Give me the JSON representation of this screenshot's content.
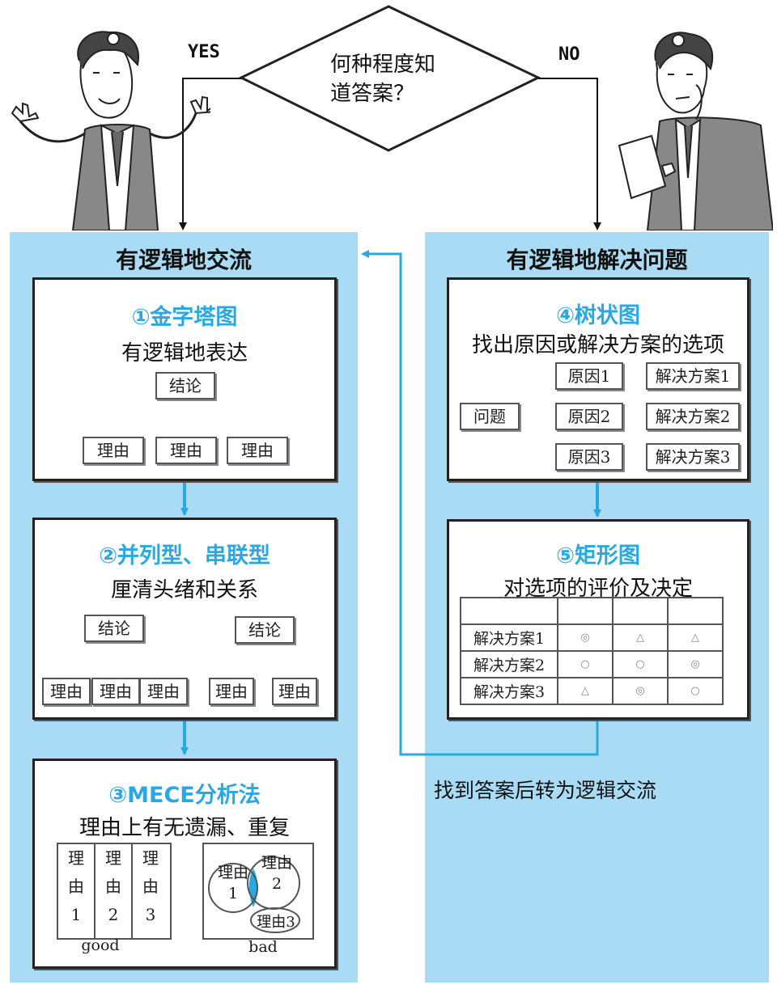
{
  "question": {
    "text_line1": "何种程度知",
    "text_line2": "道答案？",
    "yes": "YES",
    "no": "NO"
  },
  "left_panel": {
    "title": "有逻辑地交流",
    "pyramid": {
      "title": "①金字塔图",
      "subtitle": "有逻辑地表达",
      "conclusion": "结论",
      "reasons": [
        "理由",
        "理由",
        "理由"
      ]
    },
    "parallel": {
      "title": "②并列型、串联型",
      "subtitle": "厘清头绪和关系",
      "conclusion": "结论",
      "reasons": [
        "理由",
        "理由",
        "理由"
      ],
      "conclusion2": "结论",
      "reasons2": [
        "理由",
        "理由"
      ]
    },
    "mece": {
      "title": "③MECE分析法",
      "subtitle": "理由上有无遗漏、重复",
      "good_cols": [
        [
          "理",
          "由",
          "1"
        ],
        [
          "理",
          "由",
          "2"
        ],
        [
          "理",
          "由",
          "3"
        ]
      ],
      "good_label": "good",
      "bad_circles": [
        "理由",
        "1",
        "理由",
        "2",
        "理由3"
      ],
      "bad_label": "bad"
    }
  },
  "right_panel": {
    "title": "有逻辑地解决问题",
    "tree": {
      "title": "④树状图",
      "subtitle": "找出原因或解决方案的选项",
      "problem": "问题",
      "causes": [
        "原因1",
        "原因2",
        "原因3"
      ],
      "solutions": [
        "解决方案1",
        "解决方案2",
        "解决方案3"
      ]
    },
    "matrix": {
      "title": "⑤矩形图",
      "subtitle": "对选项的评价及决定",
      "rows": [
        {
          "label": "解决方案1",
          "marks": [
            "◎",
            "△",
            "△"
          ]
        },
        {
          "label": "解决方案2",
          "marks": [
            "○",
            "○",
            "◎"
          ]
        },
        {
          "label": "解决方案3",
          "marks": [
            "△",
            "◎",
            "○"
          ]
        }
      ]
    },
    "footer": "找到答案后转为逻辑交流"
  }
}
